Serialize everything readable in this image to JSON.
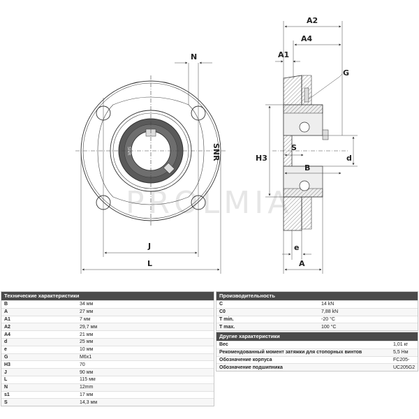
{
  "labels": {
    "N": "N",
    "J": "J",
    "L": "L",
    "A2": "A2",
    "A4": "A4",
    "A1": "A1",
    "G": "G",
    "H3": "H3",
    "S": "S",
    "B": "B",
    "d": "d",
    "e": "e",
    "A": "A",
    "brand": "SNR",
    "brand_small": "SNR"
  },
  "tech": {
    "title": "Технические характеристики",
    "rows": [
      {
        "k": "B",
        "v": "34 мм"
      },
      {
        "k": "A",
        "v": "27 мм"
      },
      {
        "k": "A1",
        "v": "7 мм"
      },
      {
        "k": "A2",
        "v": "29,7 мм"
      },
      {
        "k": "A4",
        "v": "21 мм"
      },
      {
        "k": "d",
        "v": "25 мм"
      },
      {
        "k": "e",
        "v": "10 мм"
      },
      {
        "k": "G",
        "v": "M6x1"
      },
      {
        "k": "H3",
        "v": "70"
      },
      {
        "k": "J",
        "v": "90 мм"
      },
      {
        "k": "L",
        "v": "115 мм"
      },
      {
        "k": "N",
        "v": "12mm"
      },
      {
        "k": "s1",
        "v": "17 мм"
      },
      {
        "k": "S",
        "v": "14,3 мм"
      }
    ]
  },
  "perf": {
    "title": "Производительность",
    "rows": [
      {
        "k": "C",
        "v": "14 kN"
      },
      {
        "k": "C0",
        "v": "7,88 kN"
      },
      {
        "k": "T min.",
        "v": "-20 °C"
      },
      {
        "k": "T max.",
        "v": "100 °C"
      }
    ]
  },
  "other": {
    "title": "Другие характеристики",
    "rows": [
      {
        "k": "Вес",
        "v": "1,01 кг"
      },
      {
        "k": "Рекомендованный момент затяжки для стопорных винтов",
        "v": "5,5 Нм"
      },
      {
        "k": "Обозначение корпуса",
        "v": "FC205-"
      },
      {
        "k": "Обозначение подшипника",
        "v": "UC205G2"
      }
    ]
  }
}
